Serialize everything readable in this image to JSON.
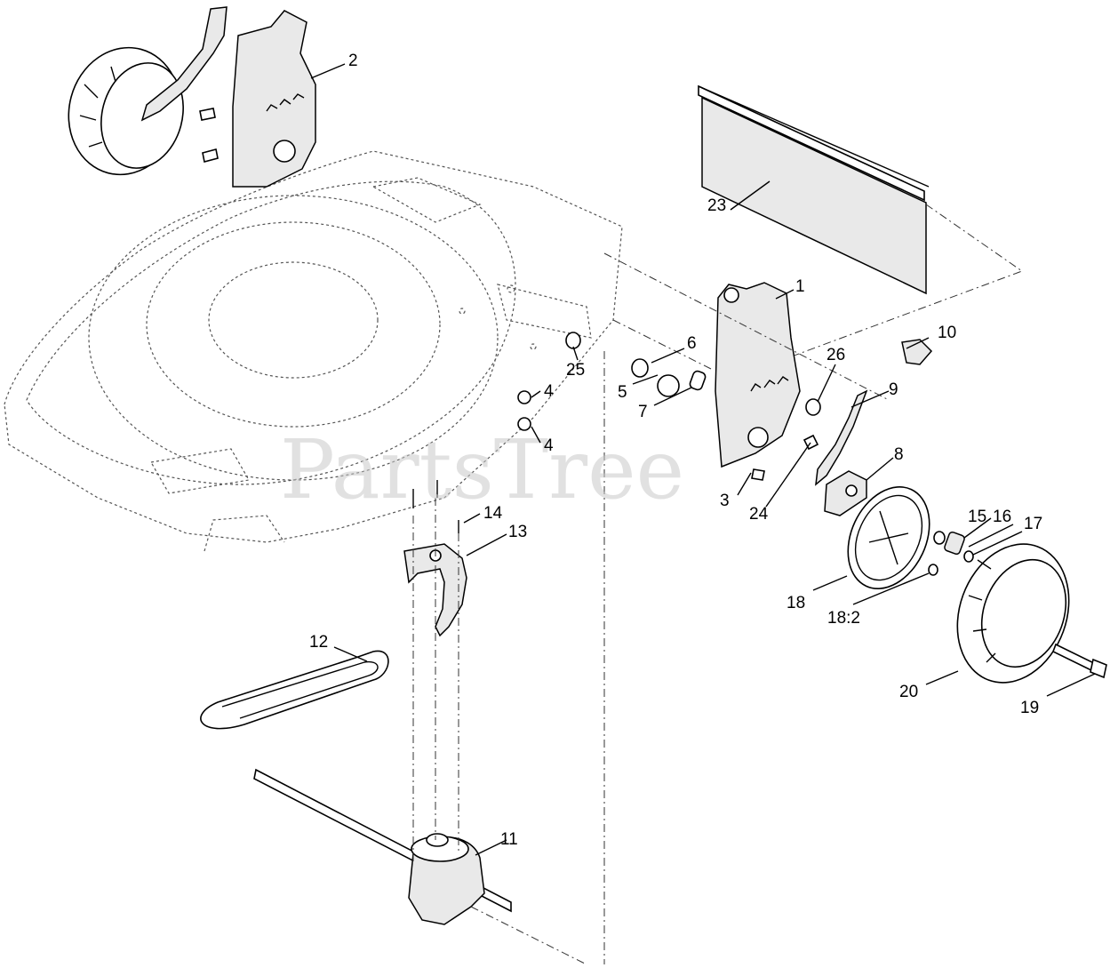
{
  "watermark": "PartsTree",
  "callouts": [
    {
      "id": "c1",
      "label": "1"
    },
    {
      "id": "c2",
      "label": "2"
    },
    {
      "id": "c3",
      "label": "3"
    },
    {
      "id": "c4a",
      "label": "4"
    },
    {
      "id": "c4b",
      "label": "4"
    },
    {
      "id": "c5",
      "label": "5"
    },
    {
      "id": "c6",
      "label": "6"
    },
    {
      "id": "c7",
      "label": "7"
    },
    {
      "id": "c8",
      "label": "8"
    },
    {
      "id": "c9",
      "label": "9"
    },
    {
      "id": "c10",
      "label": "10"
    },
    {
      "id": "c11",
      "label": "11"
    },
    {
      "id": "c12",
      "label": "12"
    },
    {
      "id": "c13",
      "label": "13"
    },
    {
      "id": "c14",
      "label": "14"
    },
    {
      "id": "c15",
      "label": "15"
    },
    {
      "id": "c16",
      "label": "16"
    },
    {
      "id": "c17",
      "label": "17"
    },
    {
      "id": "c18",
      "label": "18"
    },
    {
      "id": "c18b",
      "label": "18:2"
    },
    {
      "id": "c19",
      "label": "19"
    },
    {
      "id": "c20",
      "label": "20"
    },
    {
      "id": "c23",
      "label": "23"
    },
    {
      "id": "c24",
      "label": "24"
    },
    {
      "id": "c25",
      "label": "25"
    },
    {
      "id": "c26",
      "label": "26"
    }
  ]
}
